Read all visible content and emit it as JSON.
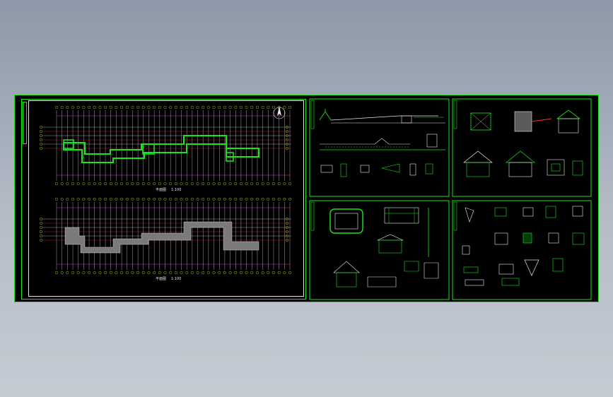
{
  "viewer": {
    "background_top": "#8d99a8",
    "background_bottom": "#c5cbd3"
  },
  "sheet": {
    "background": "#000000",
    "frame_color": "#19e619",
    "line_white": "#e8e8e8",
    "line_red": "#ff3030",
    "line_yellow": "#e6e619",
    "line_magenta": "#ff4dff",
    "fill_gray": "#7a7a7a"
  },
  "panels": {
    "plan_top": {
      "title": "平面图",
      "scale": "1:100"
    },
    "plan_bottom": {
      "title": "平面图",
      "scale": "1:100"
    }
  },
  "icons": {
    "north_arrow": "north-arrow-icon"
  }
}
